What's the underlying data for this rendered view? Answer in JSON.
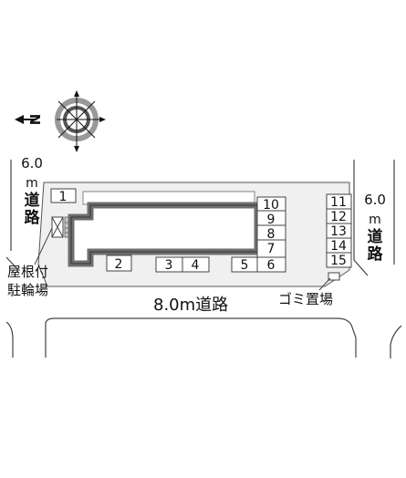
{
  "road_west": {
    "width": "6.0",
    "unit": "m",
    "chars": [
      "道",
      "路"
    ]
  },
  "road_east": {
    "width": "6.0",
    "unit": "m",
    "chars": [
      "道",
      "路"
    ]
  },
  "road_south": {
    "label": "8.0m道路"
  },
  "bike_parking": {
    "line1": "屋根付",
    "line2": "駐輪場"
  },
  "garbage": {
    "label": "ゴミ置場"
  },
  "compass": {
    "north_label": "N"
  },
  "parking_slots": [
    "1",
    "2",
    "3",
    "4",
    "5",
    "6",
    "7",
    "8",
    "9",
    "10",
    "11",
    "12",
    "13",
    "14",
    "15"
  ],
  "colors": {
    "lot_fill": "#f0f0f0",
    "building_fill": "#6e6e6e",
    "line": "#444444"
  }
}
